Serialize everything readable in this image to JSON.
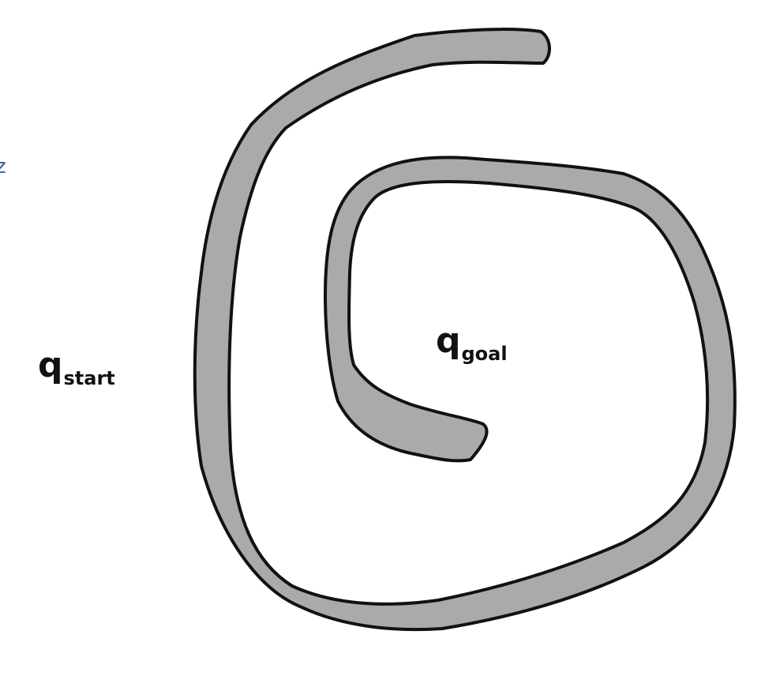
{
  "labels": {
    "start": {
      "base": "q",
      "subscript": "start"
    },
    "goal": {
      "base": "q",
      "subscript": "goal"
    }
  },
  "edge_mark": "z",
  "colors": {
    "wall_fill": "#aaaaaa",
    "wall_outline": "#111111",
    "background": "#ffffff",
    "edge_mark": "#3b5f9e"
  }
}
